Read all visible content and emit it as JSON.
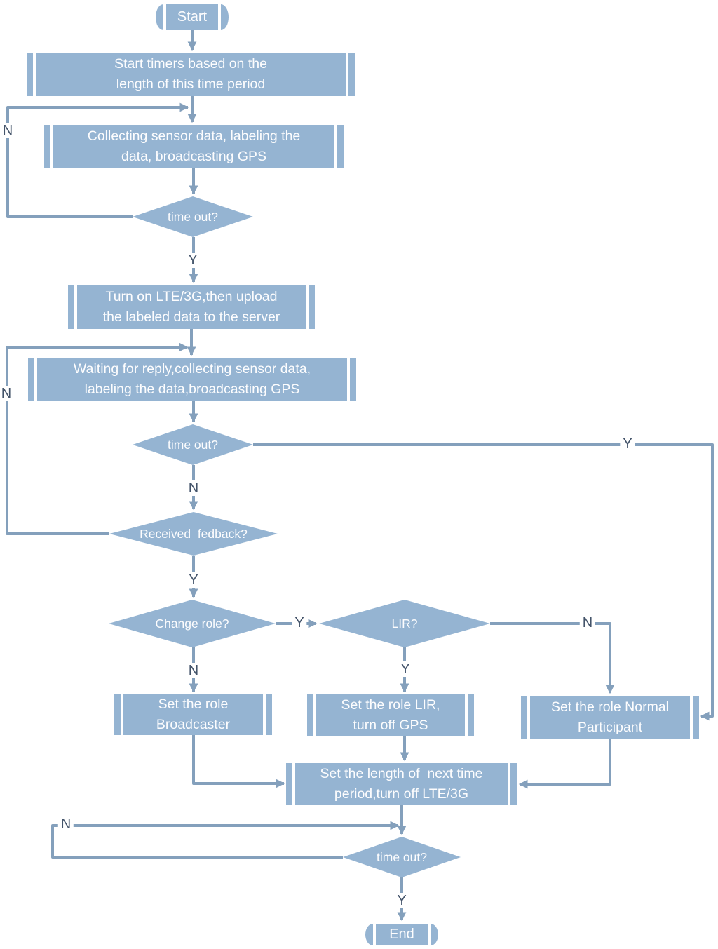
{
  "colors": {
    "shape_fill": "#95b4d2",
    "line": "#84a0bc",
    "label": "#44546a",
    "text": "#fdfdfe"
  },
  "flowchart": {
    "start": "Start",
    "end": "End",
    "processes": {
      "start_timers": {
        "line1": "Start timers based on the",
        "line2": "length of this time period"
      },
      "collect_sensor": {
        "line1": "Collecting sensor data, labeling the",
        "line2": "data, broadcasting GPS"
      },
      "turn_on_lte": {
        "line1": "Turn on LTE/3G,then upload",
        "line2": "the labeled data to the server"
      },
      "waiting_reply": {
        "line1": "Waiting for reply,collecting sensor data,",
        "line2": "labeling the data,broadcasting GPS"
      },
      "set_broadcaster": {
        "line1": "Set the role",
        "line2": "Broadcaster"
      },
      "set_lir": {
        "line1": "Set the role LIR,",
        "line2": "turn off GPS"
      },
      "set_normal": {
        "line1": "Set the role Normal",
        "line2": "Participant"
      },
      "set_length": {
        "line1": "Set the length of  next time",
        "line2": "period,turn off LTE/3G"
      }
    },
    "decisions": {
      "timeout1": "time out?",
      "timeout2": "time out?",
      "received_feedback": "Received  fedback?",
      "change_role": "Change role?",
      "lir": "LIR?",
      "timeout3": "time out?"
    },
    "branch_labels": {
      "timeout1_no": "N",
      "timeout1_yes": "Y",
      "feedback_no": "N",
      "timeout2_yes": "Y",
      "timeout2_no": "N",
      "feedback_yes": "Y",
      "change_role_no": "N",
      "change_role_yes": "Y",
      "lir_yes": "Y",
      "lir_no": "N",
      "timeout3_no": "N",
      "timeout3_yes": "Y"
    }
  }
}
